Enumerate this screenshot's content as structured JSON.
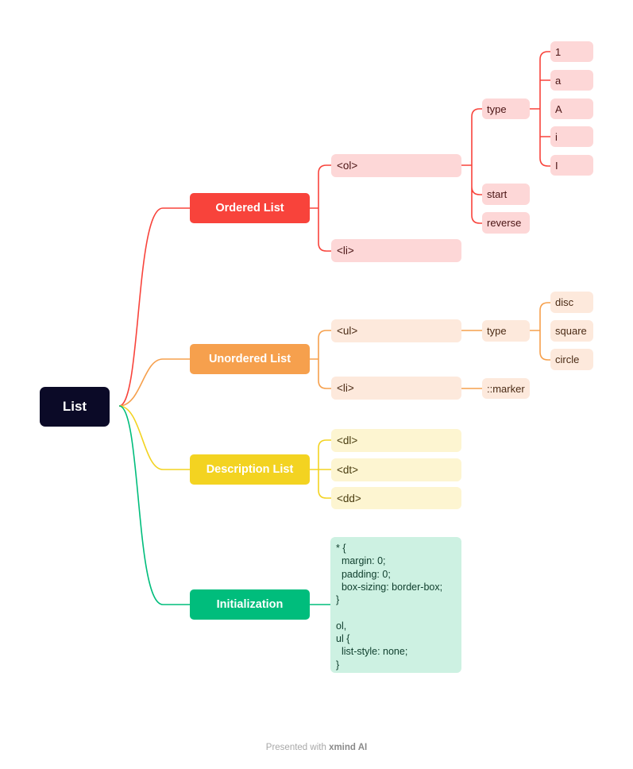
{
  "root": {
    "label": "List"
  },
  "branches": {
    "ordered": {
      "label": "Ordered List",
      "color": "#f8433b"
    },
    "unordered": {
      "label": "Unordered List",
      "color": "#f6a04d"
    },
    "description": {
      "label": "Description List",
      "color": "#f3d321"
    },
    "init": {
      "label": "Initialization",
      "color": "#00bd7c"
    }
  },
  "ordered": {
    "ol": "<ol>",
    "li": "<li>",
    "type": "type",
    "start": "start",
    "reverse": "reverse",
    "types": [
      "1",
      "a",
      "A",
      "i",
      "I"
    ]
  },
  "unordered": {
    "ul": "<ul>",
    "li": "<li>",
    "type": "type",
    "marker": "::marker",
    "types": [
      "disc",
      "square",
      "circle"
    ]
  },
  "description": {
    "dl": "<dl>",
    "dt": "<dt>",
    "dd": "<dd>"
  },
  "init": {
    "code": "* {\n  margin: 0;\n  padding: 0;\n  box-sizing: border-box;\n}\n\nol,\nul {\n  list-style: none;\n}"
  },
  "footer": {
    "prefix": "Presented with",
    "brand": "xmind AI"
  }
}
